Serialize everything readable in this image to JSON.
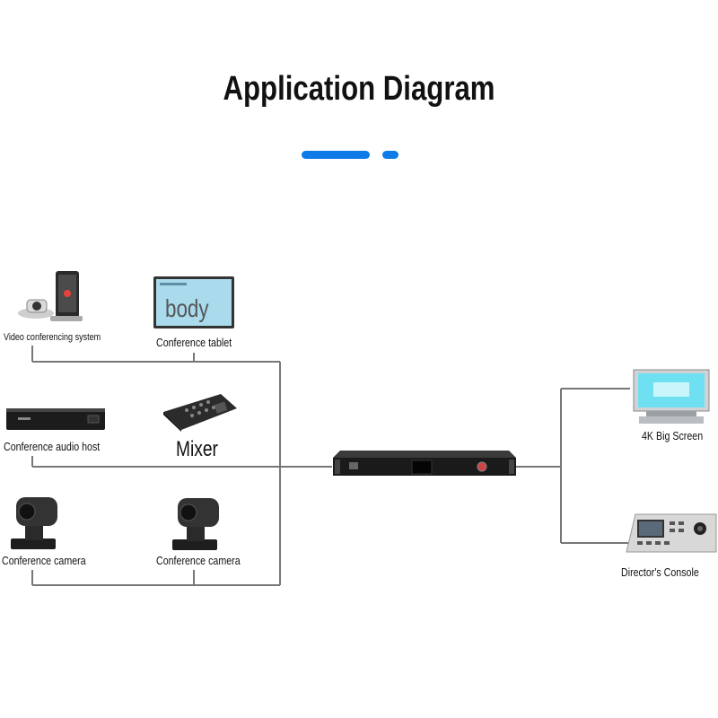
{
  "title": "Application Diagram",
  "accent_color": "#0f7be6",
  "devices": {
    "video_conferencing": "Video conferencing system",
    "tablet_label": "Conference tablet",
    "tablet_overlay": "body",
    "audio_host": "Conference audio host",
    "mixer": "Mixer",
    "camera_1": "Conference camera",
    "camera_2": "Conference camera",
    "big_screen": "4K Big Screen",
    "directors_console": "Director's Console"
  }
}
